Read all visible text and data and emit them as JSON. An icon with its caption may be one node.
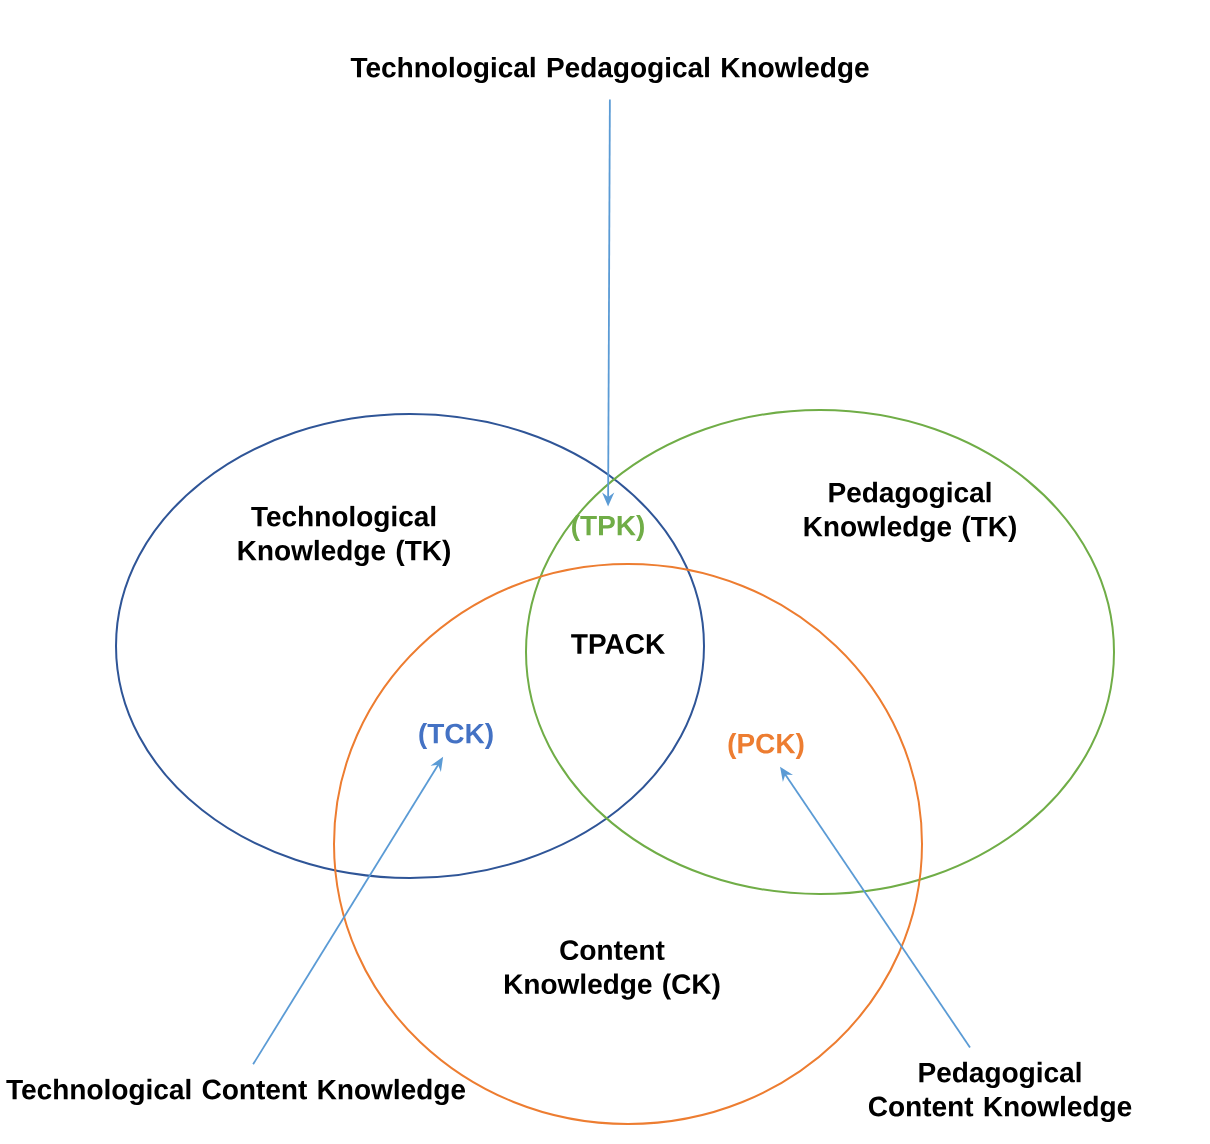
{
  "diagram": {
    "nodes": [
      {
        "text": [
          "Technological Pedagogical Knowledge"
        ]
      },
      {
        "text": [
          "Technological Knowledge (TK)"
        ]
      },
      {
        "text": [
          "(TPK)"
        ]
      },
      {
        "text": [
          "Pedagogical Knowledge (TK)"
        ]
      },
      {
        "text": [
          "(TCK)"
        ]
      },
      {
        "text": [
          "(PCK)"
        ]
      },
      {
        "text": [
          "Content Knowledge (CK)"
        ]
      },
      {
        "text": [
          "Technological Content Knowledge"
        ]
      },
      {
        "text": [
          "Pedagogical Content Knowledge"
        ]
      }
    ],
    "edges": [
      {
        "from": 0,
        "to": 2,
        "arrow": "to"
      },
      {
        "from": 7,
        "to": 4,
        "arrow": "to"
      },
      {
        "from": 8,
        "to": 5,
        "arrow": "to"
      }
    ],
    "labels": [
      "TPACK"
    ]
  }
}
